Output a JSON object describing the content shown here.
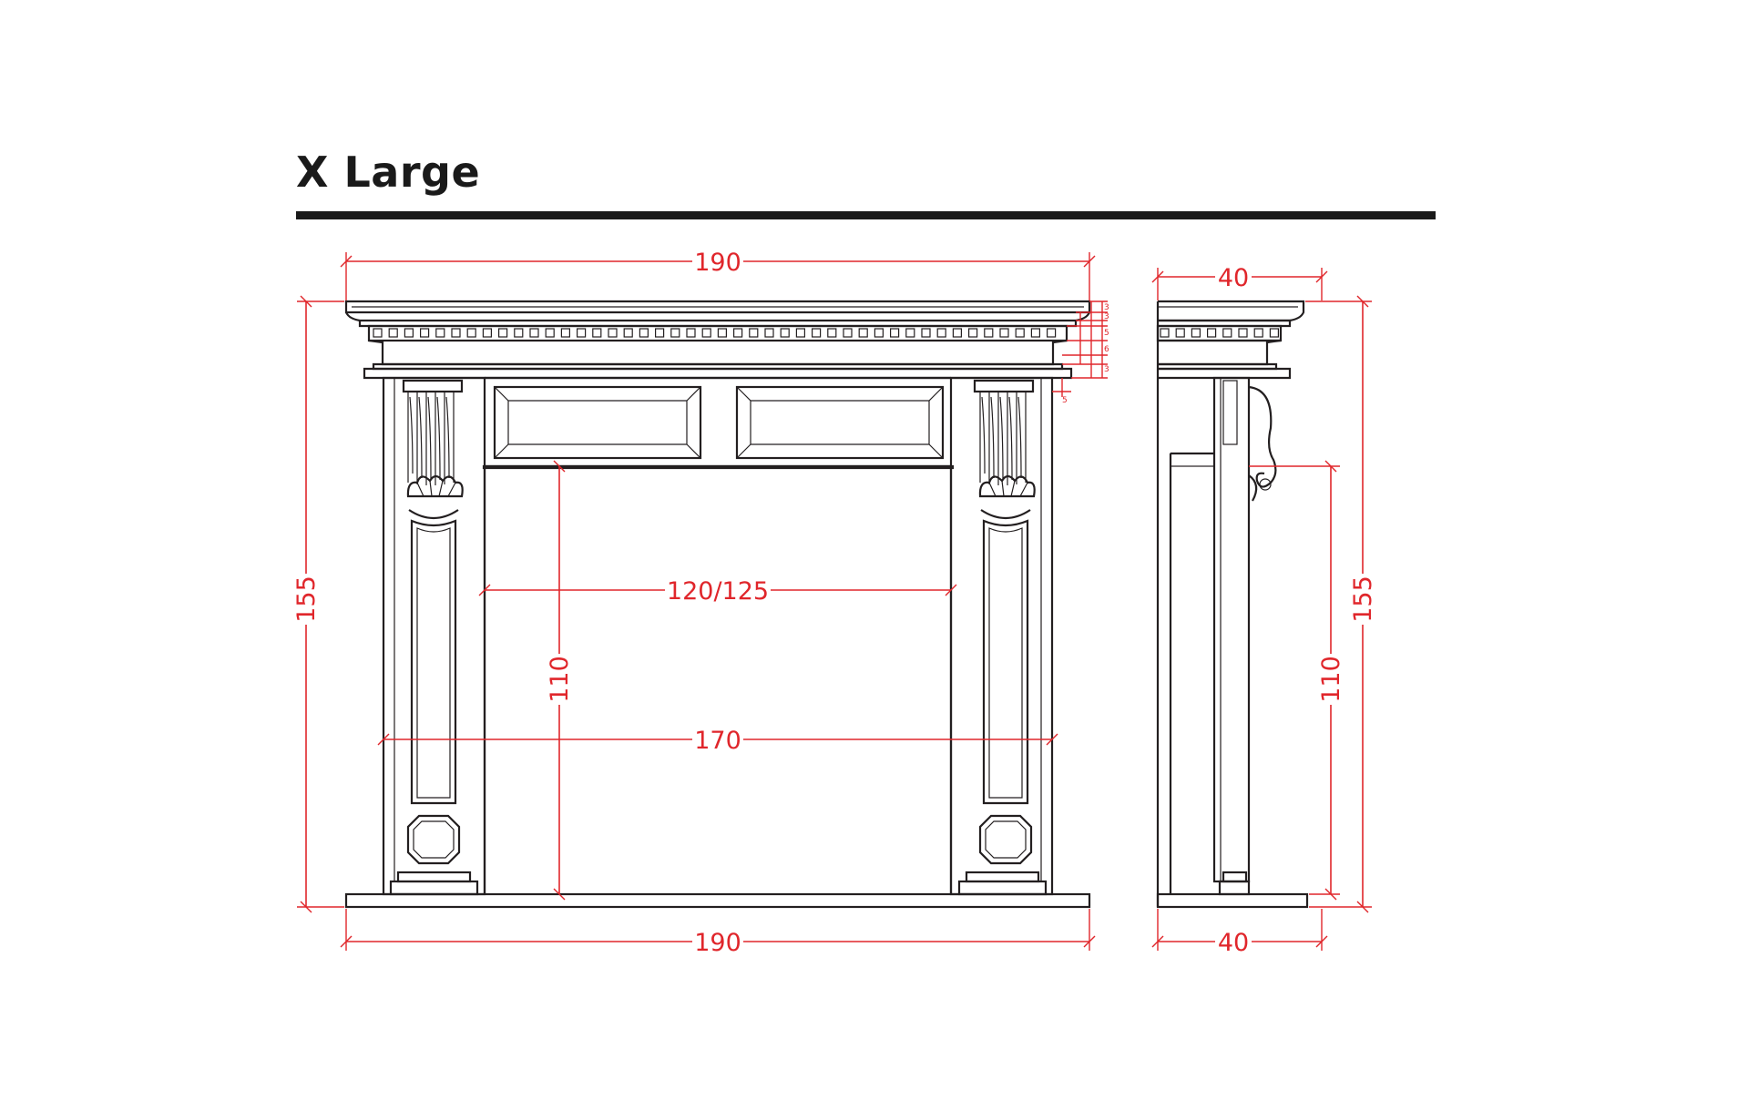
{
  "title": "X Large",
  "front_view": {
    "top_width": "190",
    "base_width": "190",
    "total_height": "155",
    "opening_width": "120/125",
    "opening_height": "110",
    "inner_width": "170"
  },
  "side_view": {
    "top_depth": "40",
    "base_depth": "40",
    "total_height": "155",
    "opening_height": "110"
  },
  "colors": {
    "dimension": "#e0262b",
    "outline": "#231f20",
    "title": "#1a1a1a"
  }
}
